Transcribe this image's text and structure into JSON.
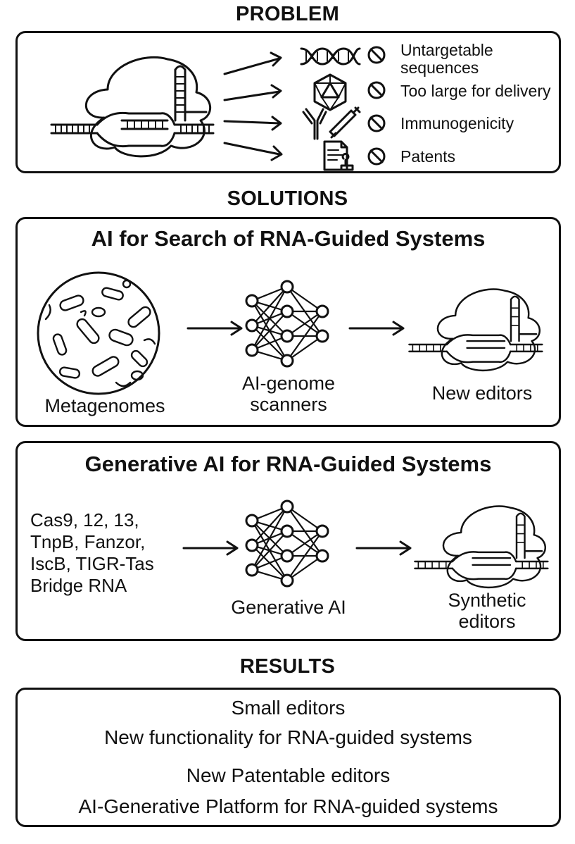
{
  "problem": {
    "title": "PROBLEM",
    "issues": [
      {
        "icon": "dna-helix-icon",
        "text": "Untargetable sequences"
      },
      {
        "icon": "virus-capsid-icon",
        "text": "Too large for delivery"
      },
      {
        "icon": "antibody-syringe-icon",
        "text": "Immunogenicity"
      },
      {
        "icon": "patent-document-icon",
        "text": "Patents"
      }
    ]
  },
  "solutions": {
    "title": "SOLUTIONS",
    "search_panel": {
      "heading": "AI for Search of RNA-Guided Systems",
      "input_label": "Metagenomes",
      "model_label": "AI-genome scanners",
      "output_label": "New editors"
    },
    "generative_panel": {
      "heading": "Generative AI for RNA-Guided Systems",
      "inputs": [
        "Cas9, 12, 13,",
        "TnpB, Fanzor,",
        "IscB, TIGR-Tas",
        "Bridge RNA"
      ],
      "model_label": "Generative AI",
      "output_label": "Synthetic editors"
    }
  },
  "results": {
    "title": "RESULTS",
    "items": [
      "Small editors",
      "New functionality for RNA-guided systems",
      "New Patentable editors",
      "AI-Generative Platform for RNA-guided systems"
    ]
  }
}
